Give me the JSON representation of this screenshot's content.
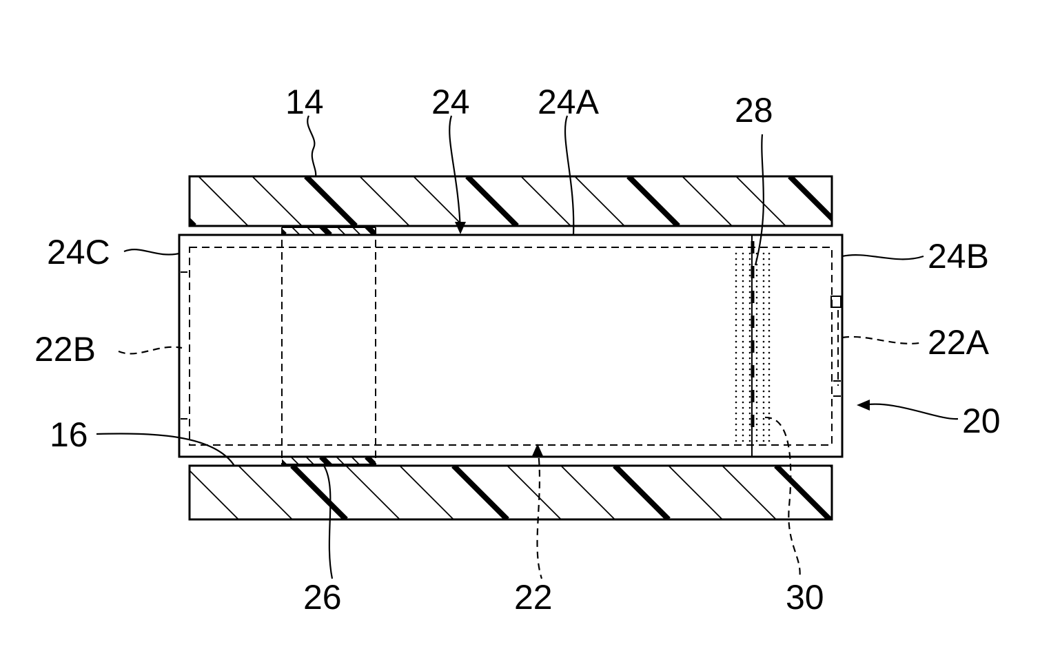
{
  "labels": {
    "ref_14": "14",
    "ref_24": "24",
    "ref_24A": "24A",
    "ref_28": "28",
    "ref_24C": "24C",
    "ref_24B": "24B",
    "ref_22B": "22B",
    "ref_22A": "22A",
    "ref_16": "16",
    "ref_20": "20",
    "ref_26": "26",
    "ref_22": "22",
    "ref_30": "30"
  }
}
